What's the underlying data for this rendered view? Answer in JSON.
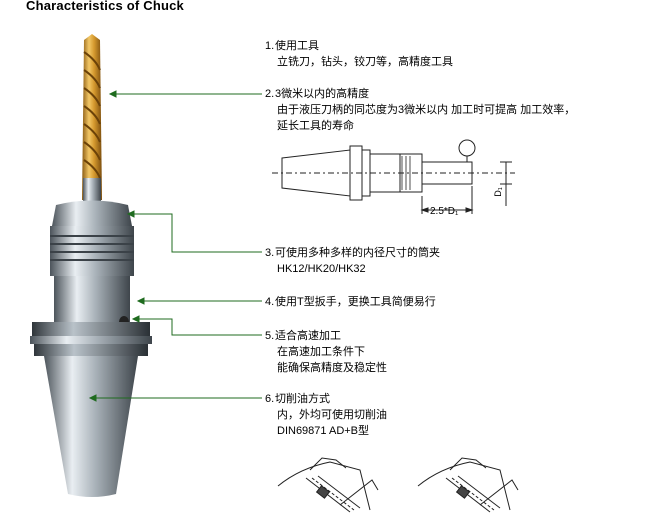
{
  "title": "Characteristics of Chuck",
  "features": [
    {
      "number": "1.",
      "heading": "使用工具",
      "lines": [
        "立铣刀，钻头，铰刀等，高精度工具"
      ]
    },
    {
      "number": "2.",
      "heading": "3微米以内的高精度",
      "lines": [
        "由于液压刀柄的同芯度为3微米以内 加工时可提高 加工效率，",
        "延长工具的寿命"
      ]
    },
    {
      "number": "3.",
      "heading": "可使用多种多样的内径尺寸的筒夹",
      "lines": [
        "HK12/HK20/HK32"
      ]
    },
    {
      "number": "4.",
      "heading": "使用T型扳手，更换工具简便易行",
      "lines": []
    },
    {
      "number": "5.",
      "heading": "适合高速加工",
      "lines": [
        "在高速加工条件下",
        "能确保高精度及稳定性"
      ]
    },
    {
      "number": "6.",
      "heading": "切削油方式",
      "lines": [
        "内，外均可使用切削油",
        "DIN69871  AD+B型"
      ]
    }
  ],
  "diagram": {
    "dimension_label": "2.5*D₁",
    "diameter_label": "D₁"
  },
  "colors": {
    "leader_line": "#1f6b1f",
    "drill_gold": "#d9a441",
    "steel": "#9aa3ab"
  }
}
